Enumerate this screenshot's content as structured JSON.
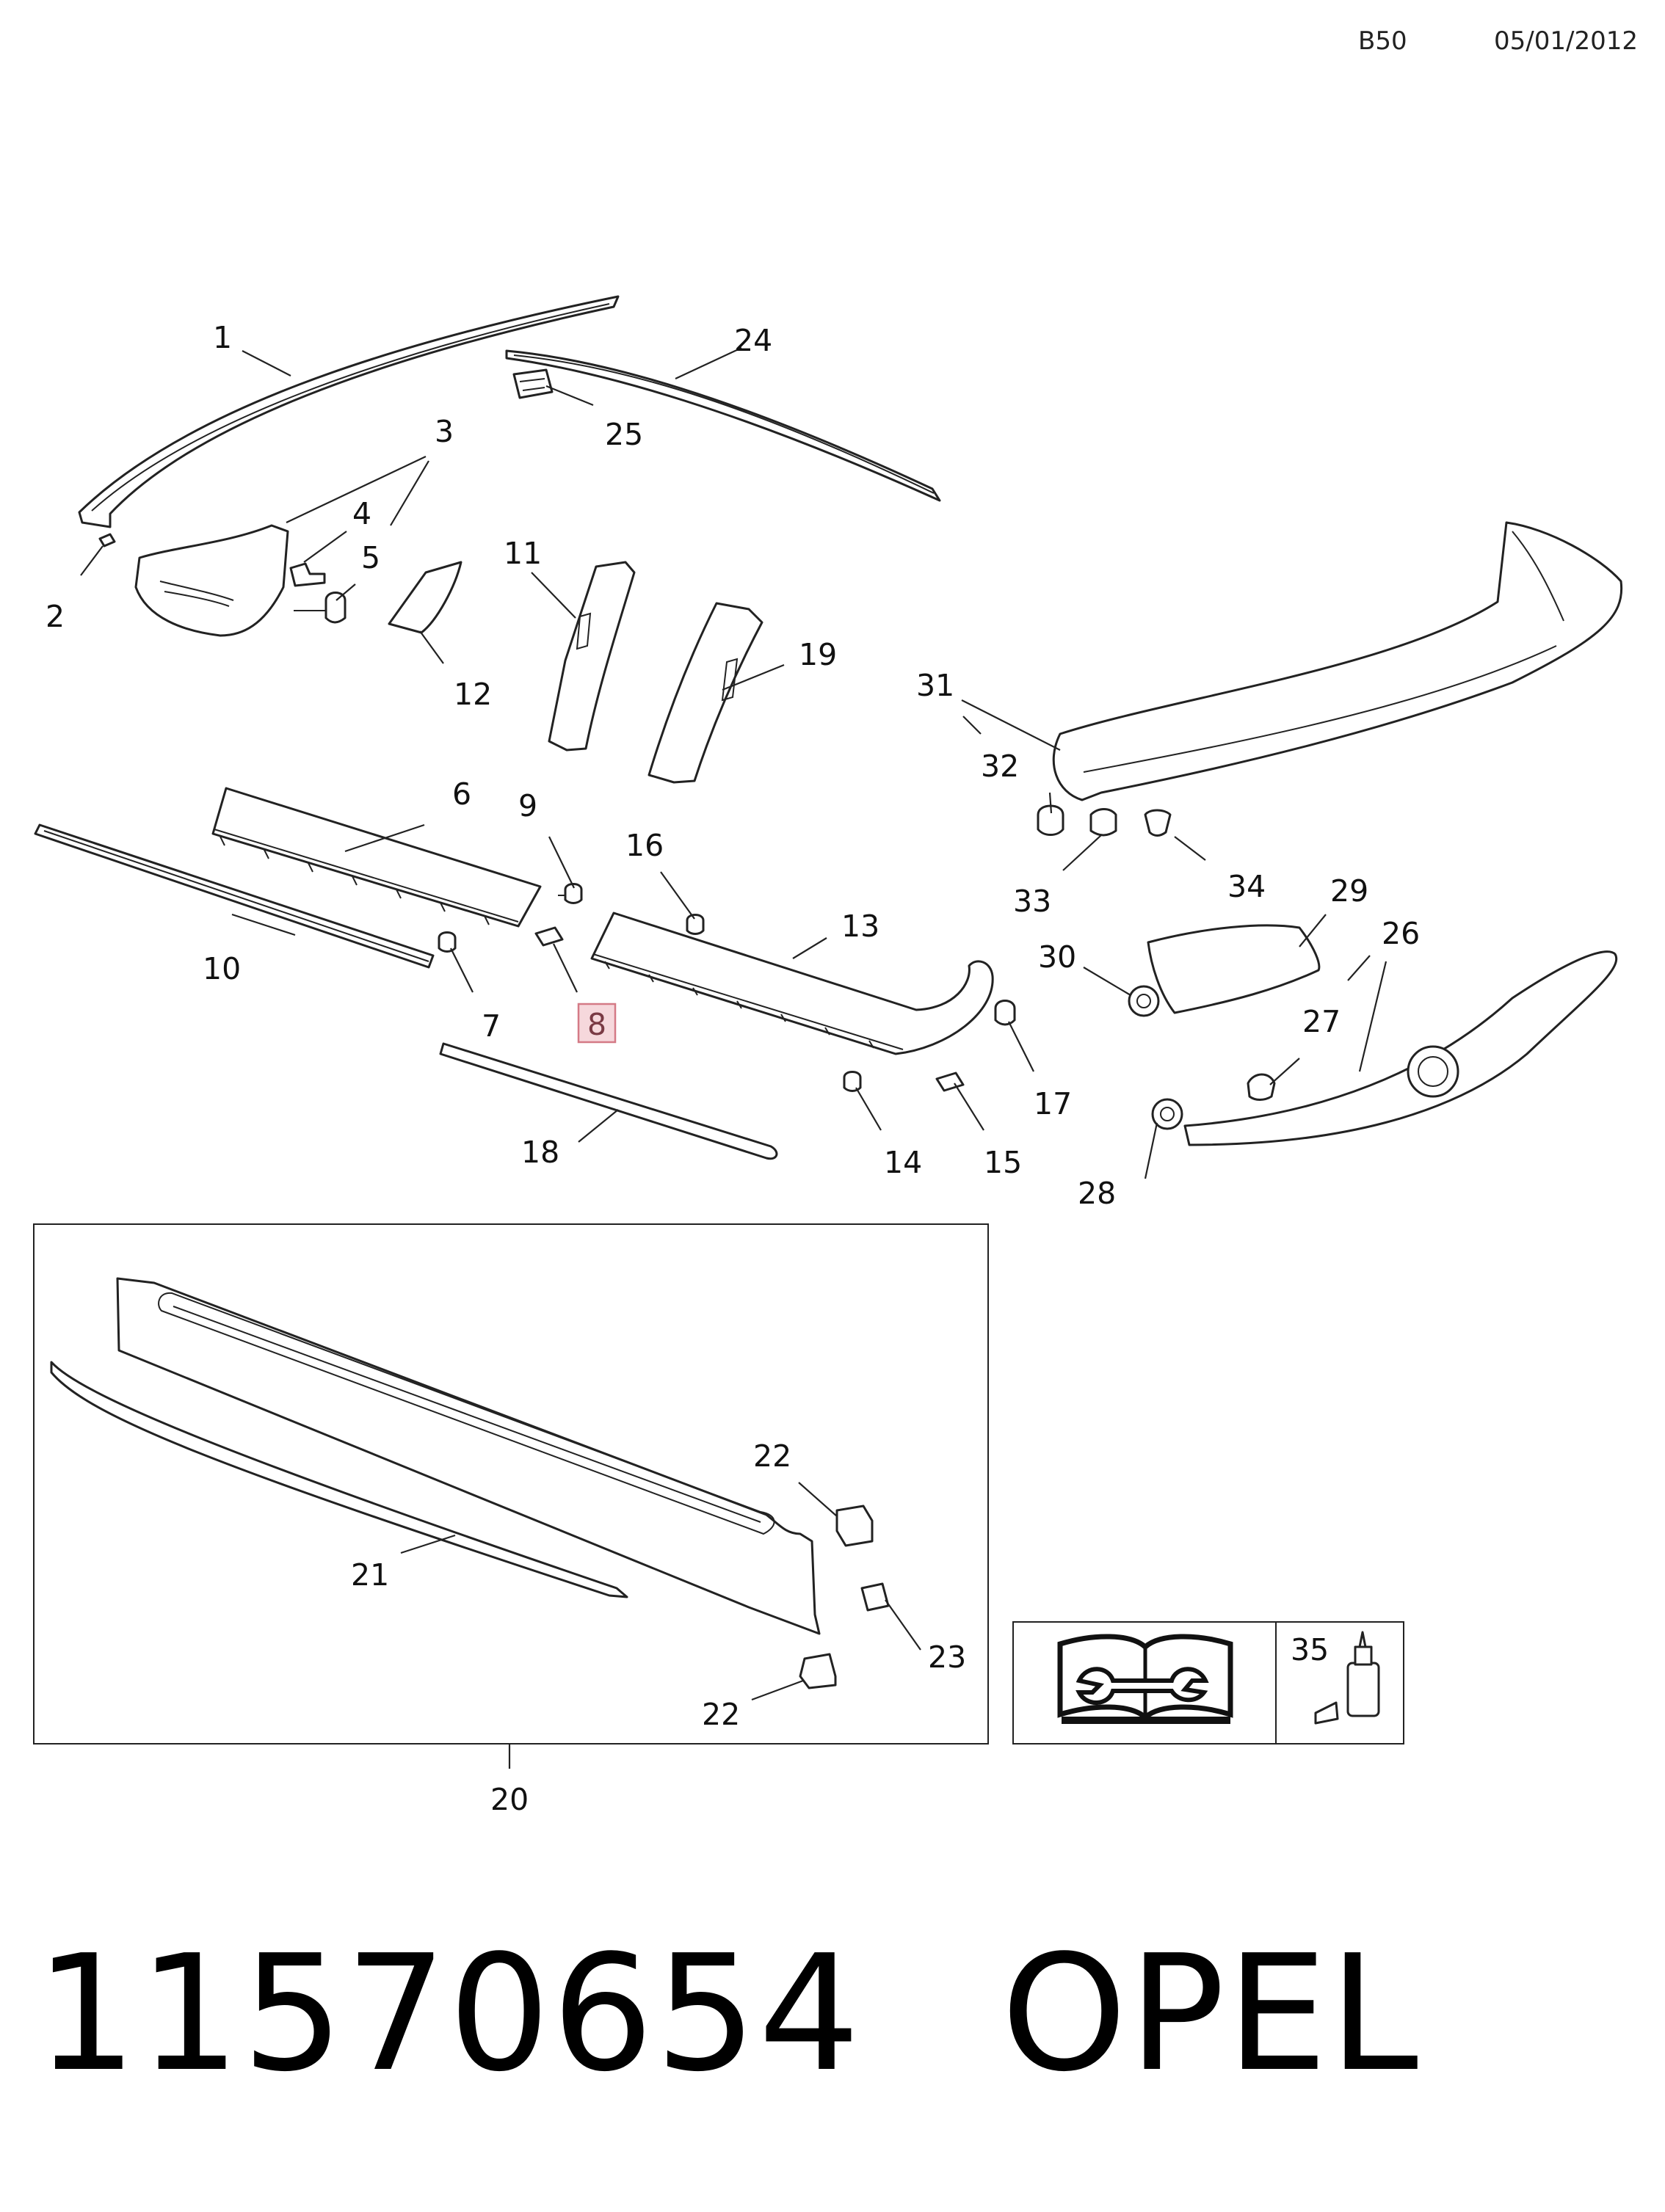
{
  "header": {
    "code": "B50",
    "date": "05/01/2012"
  },
  "footer": {
    "part_number": "11570654",
    "brand": "OPEL"
  },
  "callouts": [
    "1",
    "2",
    "3",
    "4",
    "5",
    "6",
    "7",
    "8",
    "9",
    "10",
    "11",
    "12",
    "13",
    "14",
    "15",
    "16",
    "17",
    "18",
    "19",
    "20",
    "21",
    "22",
    "22",
    "23",
    "24",
    "25",
    "26",
    "27",
    "28",
    "29",
    "30",
    "31",
    "32",
    "33",
    "34",
    "35"
  ],
  "highlighted_callout": "8",
  "legend": {
    "book_icon": "manual-book-wrench-icon",
    "item_35_label": "35",
    "item_35_icon": "adhesive-bottle-icon"
  },
  "colors": {
    "line": "#222222",
    "highlight_fill": "#f6d8dc",
    "highlight_stroke": "#d47a86"
  }
}
